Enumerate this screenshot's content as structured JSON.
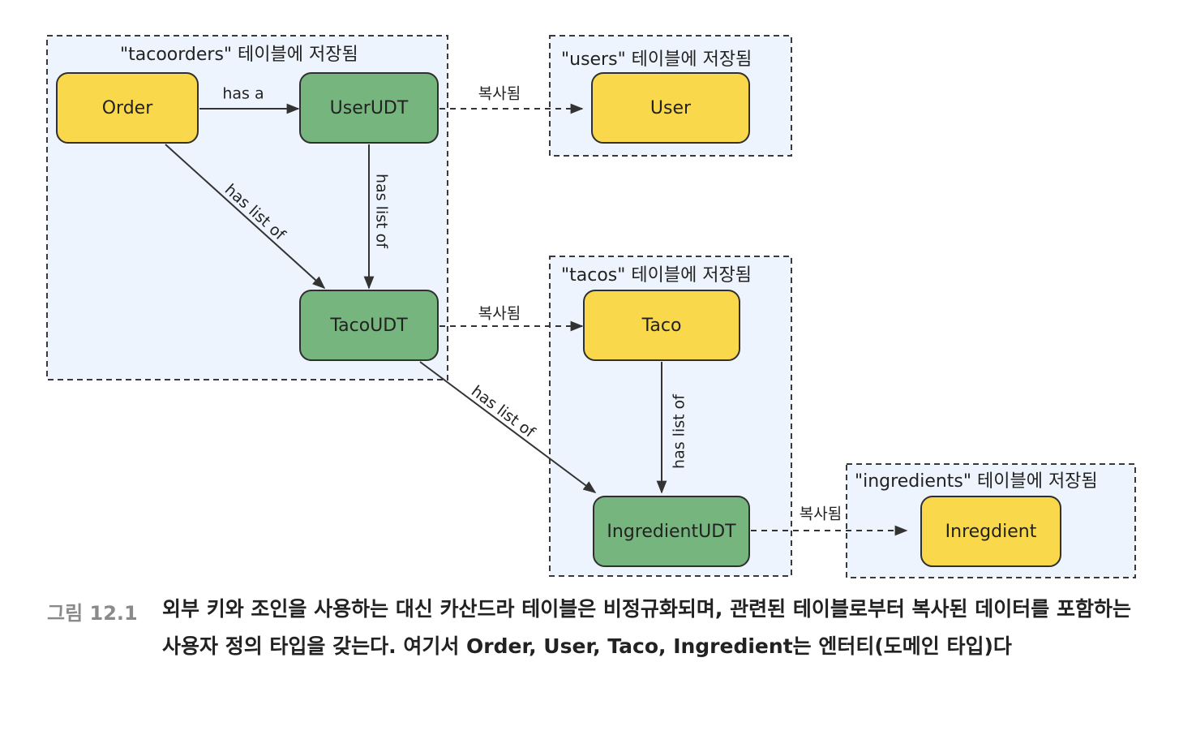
{
  "colors": {
    "group_fill": "#edf4fd",
    "group_border": "#3a3a3a",
    "entity_fill": "#f9d84c",
    "udt_fill": "#76b67e",
    "node_border": "#2f2f2f",
    "line": "#333333",
    "text": "#222222"
  },
  "groups": [
    {
      "id": "g_tacoorders",
      "label": "\"tacoorders\" 테이블에 저장됨"
    },
    {
      "id": "g_users",
      "label": "\"users\" 테이블에 저장됨"
    },
    {
      "id": "g_tacos",
      "label": "\"tacos\" 테이블에 저장됨"
    },
    {
      "id": "g_ingredients",
      "label": "\"ingredients\" 테이블에 저장됨"
    }
  ],
  "nodes": [
    {
      "id": "order",
      "label": "Order",
      "kind": "entity"
    },
    {
      "id": "userudt",
      "label": "UserUDT",
      "kind": "udt"
    },
    {
      "id": "user",
      "label": "User",
      "kind": "entity"
    },
    {
      "id": "tacoudt",
      "label": "TacoUDT",
      "kind": "udt"
    },
    {
      "id": "taco",
      "label": "Taco",
      "kind": "entity"
    },
    {
      "id": "ingredientudt",
      "label": "IngredientUDT",
      "kind": "udt"
    },
    {
      "id": "ingredient",
      "label": "Inregdient",
      "kind": "entity"
    }
  ],
  "edges": [
    {
      "id": "order-userudt",
      "label": "has a",
      "style": "solid"
    },
    {
      "id": "order-tacoudt",
      "label": "has list of",
      "style": "solid"
    },
    {
      "id": "userudt-tacoudt",
      "label": "has list of",
      "style": "solid"
    },
    {
      "id": "userudt-user",
      "label": "복사됨",
      "style": "dashed"
    },
    {
      "id": "tacoudt-taco",
      "label": "복사됨",
      "style": "dashed"
    },
    {
      "id": "tacoudt-ingredientudt",
      "label": "has list of",
      "style": "solid"
    },
    {
      "id": "taco-ingredientudt",
      "label": "has list of",
      "style": "solid"
    },
    {
      "id": "ingredientudt-ingredient",
      "label": "복사됨",
      "style": "dashed"
    }
  ],
  "caption": {
    "label": "그림 12.1",
    "text": "외부 키와 조인을 사용하는 대신 카산드라 테이블은 비정규화되며, 관련된 테이블로부터 복사된 데이터를 포함하는 사용자 정의 타입을 갖는다. 여기서 Order, User, Taco, Ingredient는 엔터티(도메인 타입)다"
  }
}
